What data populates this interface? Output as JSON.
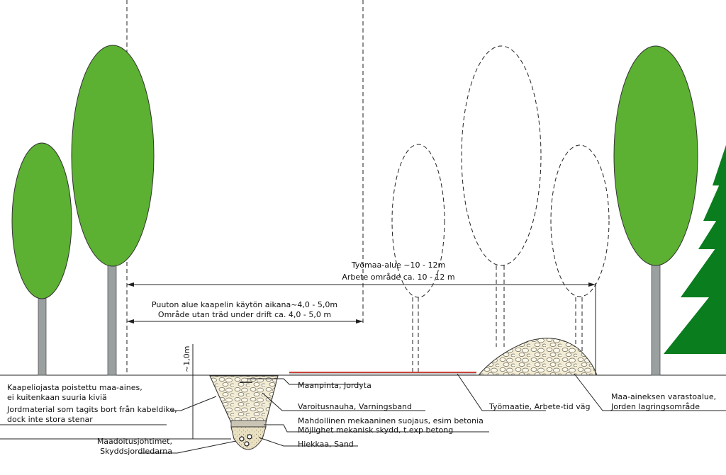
{
  "dimensions": {
    "work_area": [
      "Työmaa-alue ~10 - 12m",
      "Arbete område ca. 10 - 12 m"
    ],
    "treeless_zone": [
      "Puuton alue kaapelin käytön aikana~4,0 - 5,0m",
      "Område utan träd under drift ca. 4,0 - 5,0 m"
    ],
    "depth": "~1,0m"
  },
  "labels": {
    "excavated_soil": [
      "Kaapeliojasta poistettu maa-aines,",
      "ei kuitenkaan suuria kiviä",
      "Jordmaterial som tagits bort från kabeldike,",
      "dock inte stora stenar"
    ],
    "grounding": [
      "Maadoitusjohtimet,",
      "Skyddsjordledarna"
    ],
    "ground_surface": "Maanpinta, Jordyta",
    "warning_tape": "Varoitusnauha, Varningsband",
    "protection": [
      "Mahdollinen mekaaninen suojaus, esim betonia",
      "Möjlighet mekanisk skydd, t.exp betong"
    ],
    "sand": "Hiekkaa, Sand",
    "work_road": "Työmaatie, Arbete-tid väg",
    "storage": [
      "Maa-aineksen varastoalue,",
      "Jorden lagringsområde"
    ]
  },
  "colors": {
    "tree_green": "#5cb032",
    "trunk_gray": "#9aa0a0",
    "spruce_green": "#0a7d1e",
    "road_red": "#c8433a",
    "soil_fill": "#f3ecd4",
    "sand_fill": "#e9e1c2"
  }
}
